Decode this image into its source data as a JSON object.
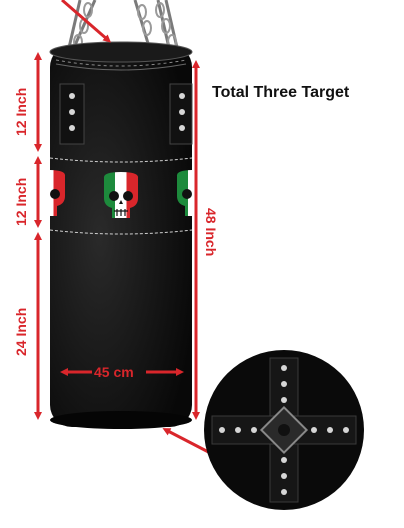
{
  "title": "Total Three Target",
  "labels": {
    "top_height": "12 Inch",
    "middle_height": "12 Inch",
    "bottom_height": "24 Inch",
    "total_height": "48 Inch",
    "diameter": "45 cm"
  },
  "colors": {
    "arrow_red": "#d9262b",
    "bag_black": "#0c0c0c",
    "flag_green": "#1d8a3c",
    "flag_white": "#ffffff",
    "flag_red": "#d9262b"
  },
  "icons": [
    "skull-icon",
    "chain-icon",
    "d-ring-icon",
    "straps-base-icon"
  ]
}
